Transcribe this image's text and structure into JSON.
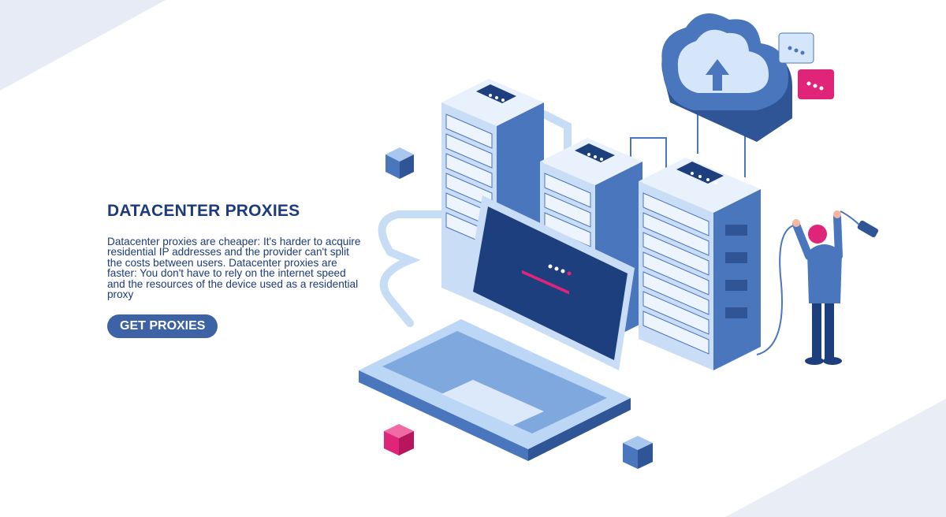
{
  "hero": {
    "title": "DATACENTER PROXIES",
    "description": "Datacenter proxies are cheaper: It's harder to acquire residential IP addresses and the provider can't split the costs between users. Datacenter proxies are faster: You don't have to rely on the internet speed and the resources of the device used as a residential proxy",
    "cta_label": "GET PROXIES"
  },
  "colors": {
    "primary": "#1c3b7a",
    "accent_blue": "#3e62a6",
    "accent_pink": "#e0247a",
    "light_blue": "#d6e6fa"
  },
  "illustration": {
    "icons": [
      "server-rack-icon",
      "laptop-icon",
      "cloud-upload-icon",
      "chat-bubble-icon",
      "person-icon",
      "cube-icon"
    ]
  }
}
